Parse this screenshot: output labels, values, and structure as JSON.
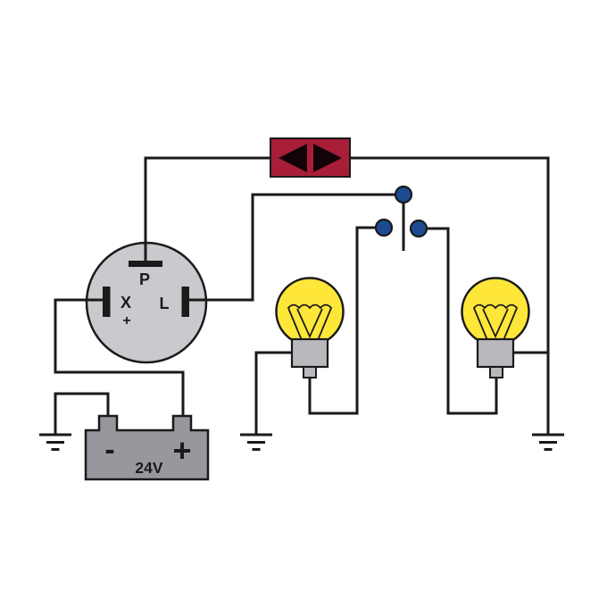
{
  "diagram": {
    "title": "24V flasher relay wiring diagram",
    "kind": "circuit-schematic"
  },
  "colors": {
    "background": "#ffffff",
    "wire": "#1a1a1a",
    "indicator_red": "#a81e38",
    "contact_blue": "#1b4a8f",
    "bulb_yellow": "#ffe73a",
    "socket_gray": "#b9b9bd",
    "relay_gray": "#c9c9ce",
    "battery_gray": "#97979d"
  },
  "relay": {
    "terminal_top": "P",
    "terminal_left": "X",
    "terminal_right": "L",
    "polarity": "+"
  },
  "battery": {
    "negative": "-",
    "positive": "+",
    "voltage": "24V"
  },
  "icons": {
    "indicator": "left-right-arrows-indicator",
    "switch": "three-contact-toggle-switch",
    "grounds": 3,
    "bulbs": 2
  }
}
